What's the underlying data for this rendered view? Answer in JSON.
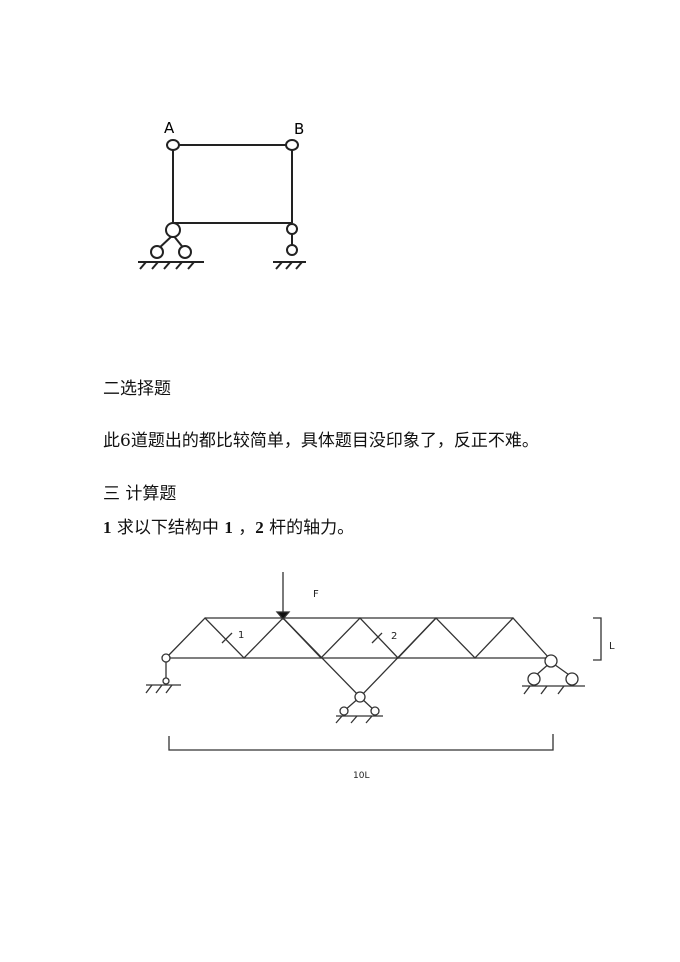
{
  "figure1": {
    "label_a": "A",
    "label_b": "B"
  },
  "section2": {
    "heading": "二选择题",
    "body": "此6道题出的都比较简单，具体题目没印象了，反正不难。"
  },
  "section3": {
    "heading": "三  计算题",
    "q1_num": "1",
    "q1_text_a": " 求以下结构中 ",
    "q1_bar1": "1",
    "q1_text_b": " ，",
    "q1_bar2": "2",
    "q1_text_c": " 杆的轴力。"
  },
  "figure2": {
    "force_label": "F",
    "member1_label": "1",
    "member2_label": "2",
    "height_label": "L",
    "span_label": "10L"
  }
}
